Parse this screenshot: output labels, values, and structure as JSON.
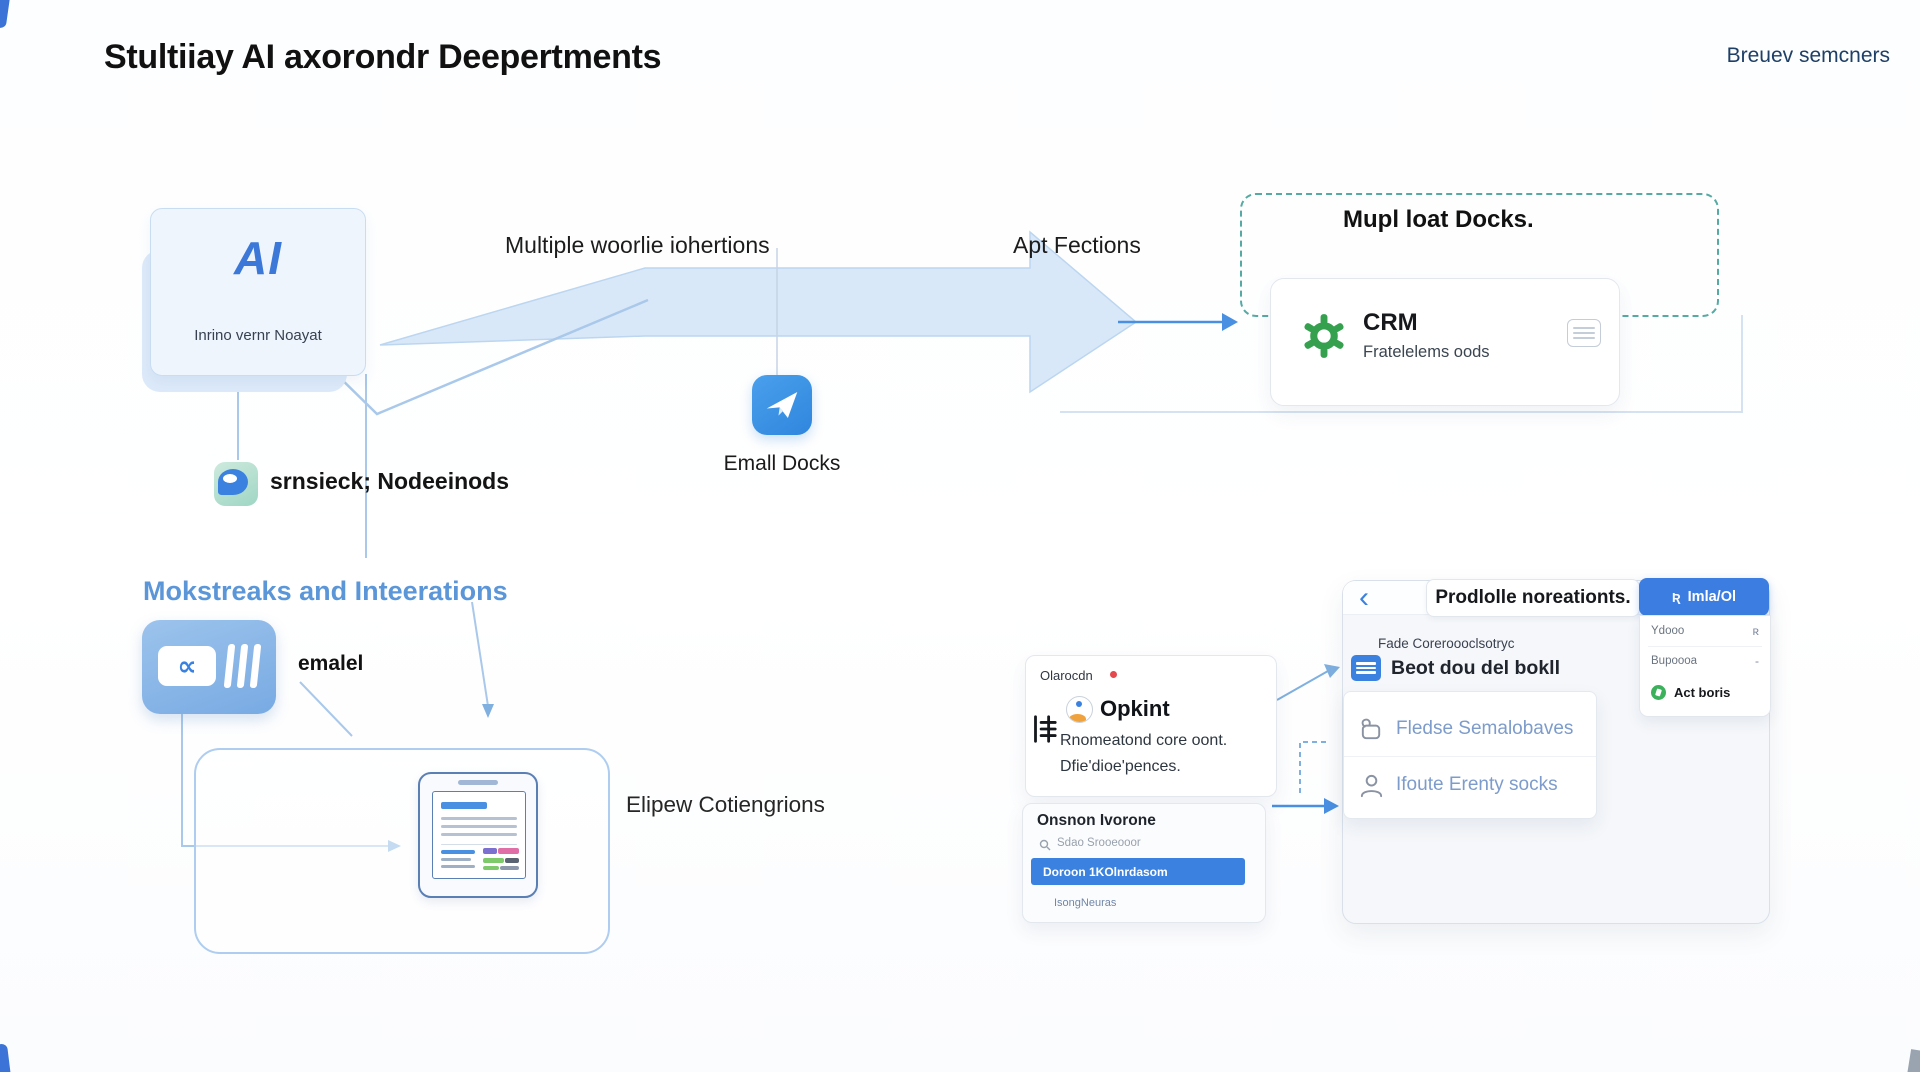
{
  "colors": {
    "accent_blue": "#4a90e2",
    "light_blue_fill": "#d9e8f9",
    "teal_dashed": "#56aaa4",
    "green": "#35a14f",
    "selected_row_blue": "#3b82e0",
    "link_navy": "#1e3f66",
    "heading_blue": "#5b96d8"
  },
  "header": {
    "title": "Stultiiay AI axorondr Deepertments",
    "link": "Breuev semcners"
  },
  "flow": {
    "ai_box": {
      "logo": "AI",
      "caption": "Inrino vernr Noayat"
    },
    "label_multiple": "Multiple woorlie iohertions",
    "label_apt": "Apt Fections",
    "chat_label": "srnsieck; Nodeeinods",
    "email_app_label": "Emall Docks"
  },
  "docks_group": {
    "title": "Mupl loat Docks.",
    "crm": {
      "title": "CRM",
      "subtitle": "Fratelelems oods"
    }
  },
  "integrations": {
    "heading": "Mokstreaks and Inteerations",
    "email_node": {
      "glyph": "∝",
      "label": "emalel"
    },
    "document_label": "Elipew Cotiengrions"
  },
  "opkint_card": {
    "tag": "Olarocdn",
    "title": "Opkint",
    "line1": "Rnomeatond core oont.",
    "line2": "Dfie'dioe'pences."
  },
  "picker_card": {
    "header": "Onsnon Ivorone",
    "search_placeholder": "Sdao Srooeooor",
    "selected_item": "Doroon 1KOlnrdasom",
    "item": "IsongNeuras"
  },
  "panel": {
    "back_glyph": "‹",
    "title": "Prodlolle noreationts.",
    "action_button": {
      "icon_glyph": "Ʀ",
      "label": "Imla/Ol"
    },
    "row_source": "Fade Coreroooclsotryc",
    "row_block": "Beot dou del bokll",
    "menu": {
      "item1": "Fledse Semalobaves",
      "item2": "Ifoute Erenty socks"
    },
    "mini_card": {
      "row1": "Ydooo",
      "row1_icon": "ʀ",
      "row2": "Bupoooa",
      "row2_value": "-",
      "row3": "Act boris"
    }
  }
}
